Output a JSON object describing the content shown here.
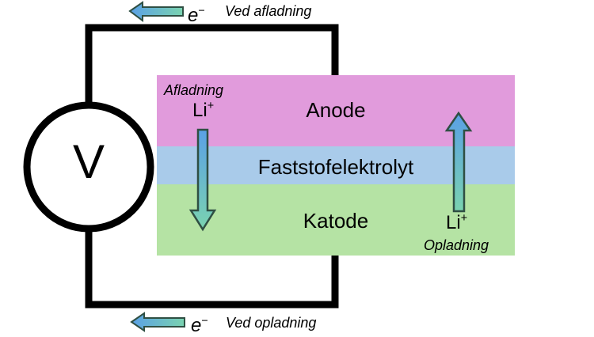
{
  "diagram": {
    "voltmeter_symbol": "V",
    "layers": {
      "anode": "Anode",
      "electrolyte": "Faststofelektrolyt",
      "cathode": "Katode"
    },
    "left_ion": {
      "caption": "Afladning",
      "ion": "Li",
      "charge": "+"
    },
    "right_ion": {
      "caption": "Opladning",
      "ion": "Li",
      "charge": "+"
    },
    "top_electron": {
      "symbol": "e",
      "charge": "−",
      "caption": "Ved afladning"
    },
    "bottom_electron": {
      "symbol": "e",
      "charge": "−",
      "caption": "Ved opladning"
    },
    "colors": {
      "anode": "#e19bdc",
      "electrolyte": "#a9cbea",
      "cathode": "#b5e3a4",
      "wire": "#000000",
      "arrow_outline": "#2f4f43",
      "arrow_gradient_start": "#5aa0e6",
      "arrow_gradient_end": "#7ad3b0"
    }
  }
}
